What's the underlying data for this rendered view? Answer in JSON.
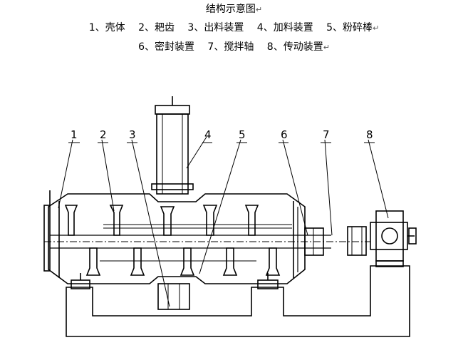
{
  "caption": {
    "title": "结构示意图",
    "line1": "1、壳体　 2、耙齿　 3、出料装置　 4、加料装置　 5、粉碎棒",
    "line2": "6、密封装置　 7、搅拌轴　 8、传动装置",
    "edit_mark": "↵"
  },
  "labels": [
    "1",
    "2",
    "3",
    "4",
    "5",
    "6",
    "7",
    "8"
  ],
  "parts": [
    {
      "number": "1",
      "name": "壳体"
    },
    {
      "number": "2",
      "name": "耙齿"
    },
    {
      "number": "3",
      "name": "出料装置"
    },
    {
      "number": "4",
      "name": "加料装置"
    },
    {
      "number": "5",
      "name": "粉碎棒"
    },
    {
      "number": "6",
      "name": "密封装置"
    },
    {
      "number": "7",
      "name": "搅拌轴"
    },
    {
      "number": "8",
      "name": "传动装置"
    }
  ]
}
